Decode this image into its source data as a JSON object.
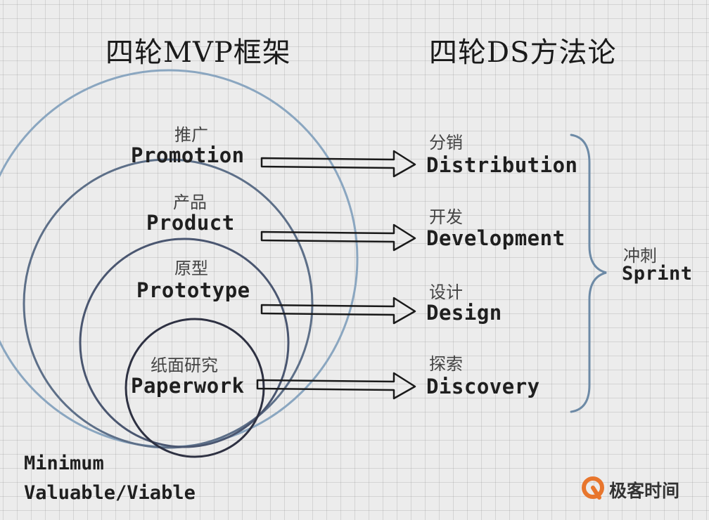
{
  "headings": {
    "left": "四轮MVP框架",
    "right": "四轮DS方法论"
  },
  "mvp_layers": [
    {
      "zh": "推广",
      "en": "Promotion"
    },
    {
      "zh": "产品",
      "en": "Product"
    },
    {
      "zh": "原型",
      "en": "Prototype"
    },
    {
      "zh": "纸面研究",
      "en": "Paperwork"
    }
  ],
  "ds_stages": [
    {
      "zh": "分销",
      "en": "Distribution"
    },
    {
      "zh": "开发",
      "en": "Development"
    },
    {
      "zh": "设计",
      "en": "Design"
    },
    {
      "zh": "探索",
      "en": "Discovery"
    }
  ],
  "sprint": {
    "zh": "冲刺",
    "en": "Sprint"
  },
  "mvp_expansion": {
    "line1": "Minimum",
    "line2": "Valuable/Viable"
  },
  "logo": {
    "text": "极客时间"
  },
  "colors": {
    "circle_outer": "#8aa6c0",
    "circle_2": "#5d6f88",
    "circle_3": "#4a5670",
    "circle_inner": "#2e3142",
    "brace": "#6d8aa6",
    "logo_orange": "#e8762d"
  }
}
